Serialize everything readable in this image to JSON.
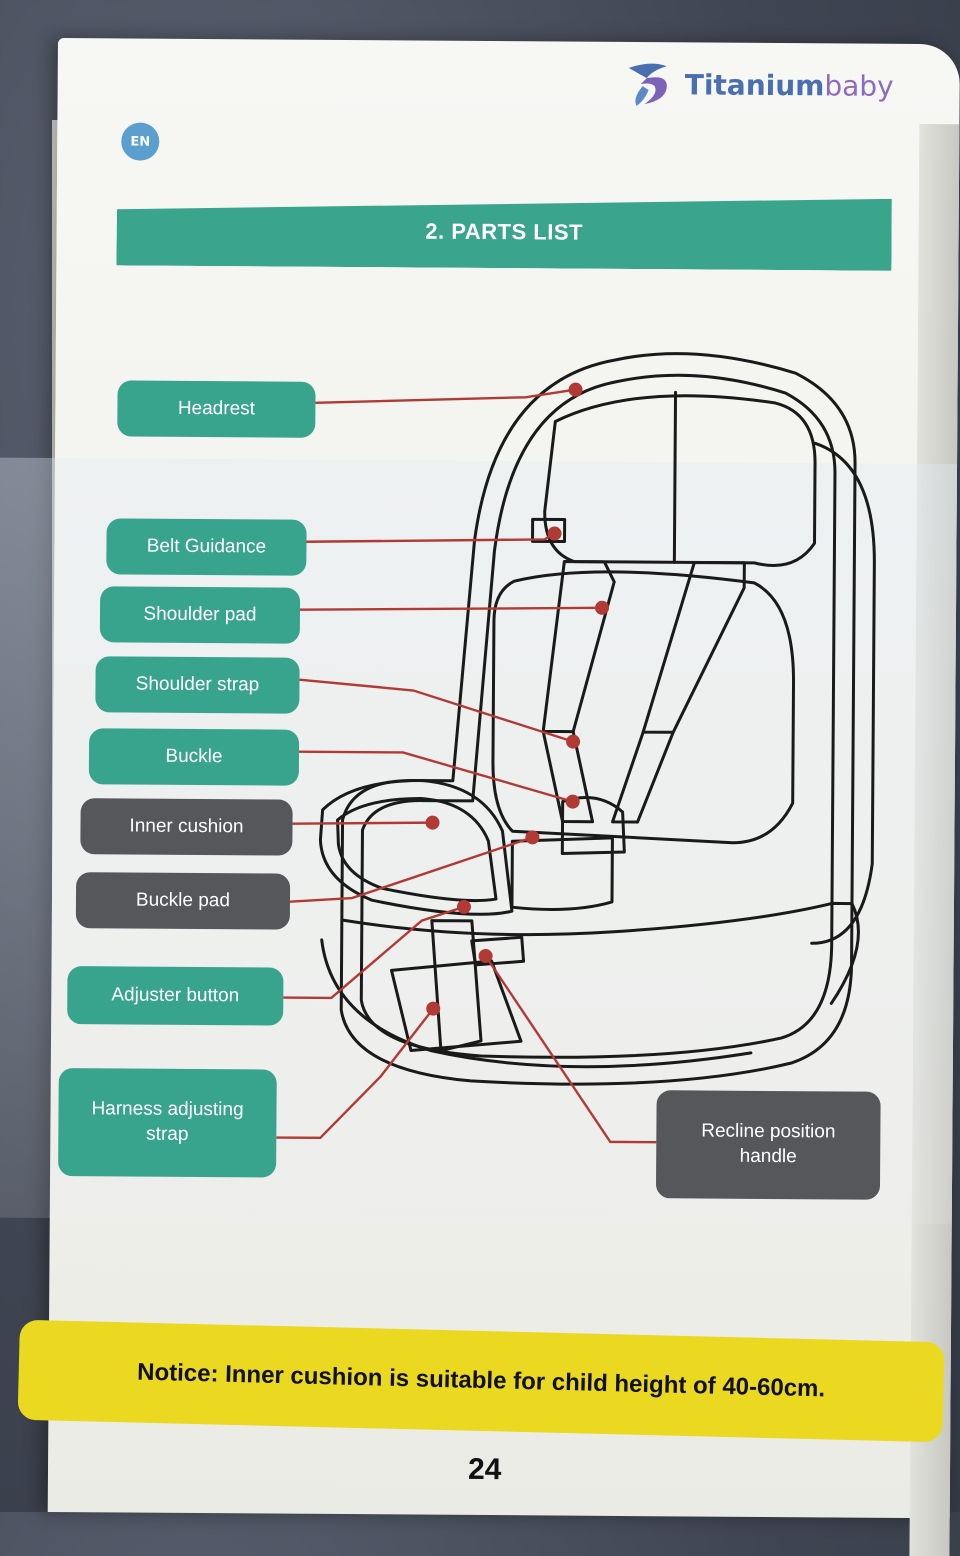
{
  "brand": {
    "logo_prefix": "Titanium",
    "logo_suffix": "baby",
    "language_badge": "EN"
  },
  "section": {
    "title": "2. PARTS LIST"
  },
  "parts": [
    {
      "label": "Headrest",
      "color": "teal"
    },
    {
      "label": "Belt Guidance",
      "color": "teal"
    },
    {
      "label": "Shoulder pad",
      "color": "teal"
    },
    {
      "label": "Shoulder strap",
      "color": "teal"
    },
    {
      "label": "Buckle",
      "color": "teal"
    },
    {
      "label": "Inner cushion",
      "color": "grey"
    },
    {
      "label": "Buckle pad",
      "color": "grey"
    },
    {
      "label": "Adjuster button",
      "color": "teal"
    },
    {
      "label": "Harness adjusting strap",
      "color": "teal"
    },
    {
      "label": "Recline position handle",
      "color": "grey"
    }
  ],
  "notice": {
    "text": "Notice: Inner cushion is suitable for child height of 40-60cm."
  },
  "page_number": "24",
  "colors": {
    "teal": "#39a48e",
    "grey": "#56575a",
    "notice_yellow": "#ead821",
    "leader_red": "#b23a35"
  }
}
